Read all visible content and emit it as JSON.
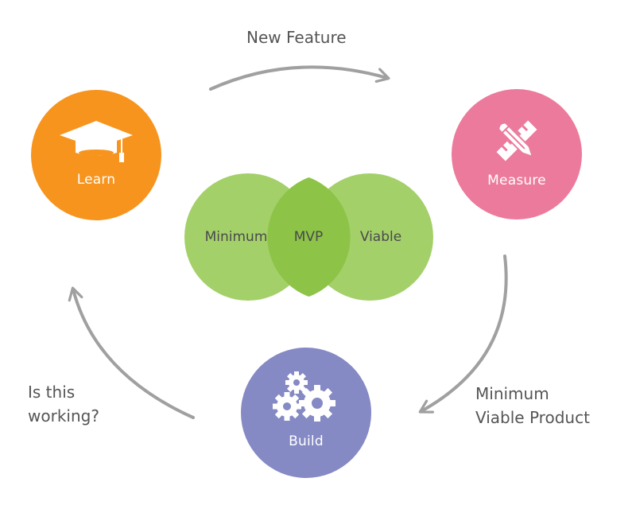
{
  "diagram": {
    "title": "MVP Build-Measure-Learn Cycle",
    "nodes": [
      {
        "id": "learn",
        "label": "Learn",
        "icon": "graduation-cap-icon",
        "color": "#F7941E"
      },
      {
        "id": "measure",
        "label": "Measure",
        "icon": "pencil-ruler-icon",
        "color": "#EC7A9C"
      },
      {
        "id": "build",
        "label": "Build",
        "icon": "gears-icon",
        "color": "#8589C4"
      }
    ],
    "venn": {
      "left_label": "Minimum",
      "center_label": "MVP",
      "right_label": "Viable",
      "color": "#A4D06A",
      "overlap_color": "#8DC447"
    },
    "edges": [
      {
        "from": "learn",
        "to": "measure",
        "label": "New Feature"
      },
      {
        "from": "measure",
        "to": "build",
        "label_line1": "Minimum",
        "label_line2": "Viable Product"
      },
      {
        "from": "build",
        "to": "learn",
        "label_line1": "Is this",
        "label_line2": "working?"
      }
    ],
    "arrow_color": "#A0A0A0",
    "text_color": "#555555"
  }
}
